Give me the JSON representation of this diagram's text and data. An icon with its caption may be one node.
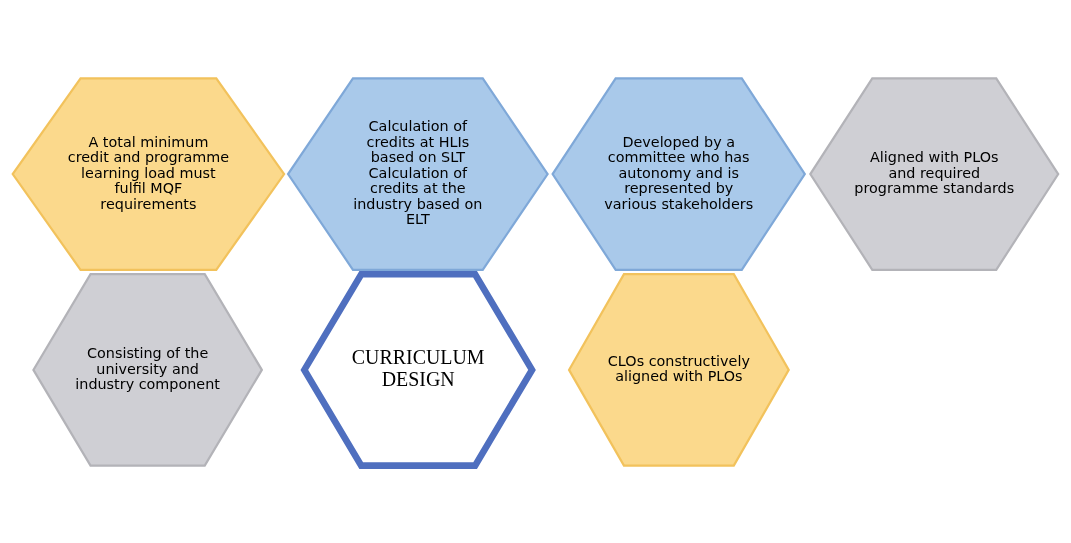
{
  "diagram": {
    "nodes": [
      {
        "text": [
          "Developed by a committee who has autonomy and is represented by various stakeholders"
        ]
      },
      {
        "text": [
          "Aligned with PLOs and required programme standards"
        ]
      },
      {
        "text": [
          "A total minimum credit and programme learning load must fulfil MQF requirements"
        ]
      },
      {
        "text": [
          "CURRICULUM DESIGN"
        ]
      },
      {
        "text": [
          "CLOs constructively aligned with PLOs"
        ]
      },
      {
        "text": [
          "Calculation of credits at HLIs based on SLT",
          "Calculation of credits at the industry based on ELT"
        ]
      },
      {
        "text": [
          "Consisting of the university and industry component"
        ]
      }
    ]
  }
}
